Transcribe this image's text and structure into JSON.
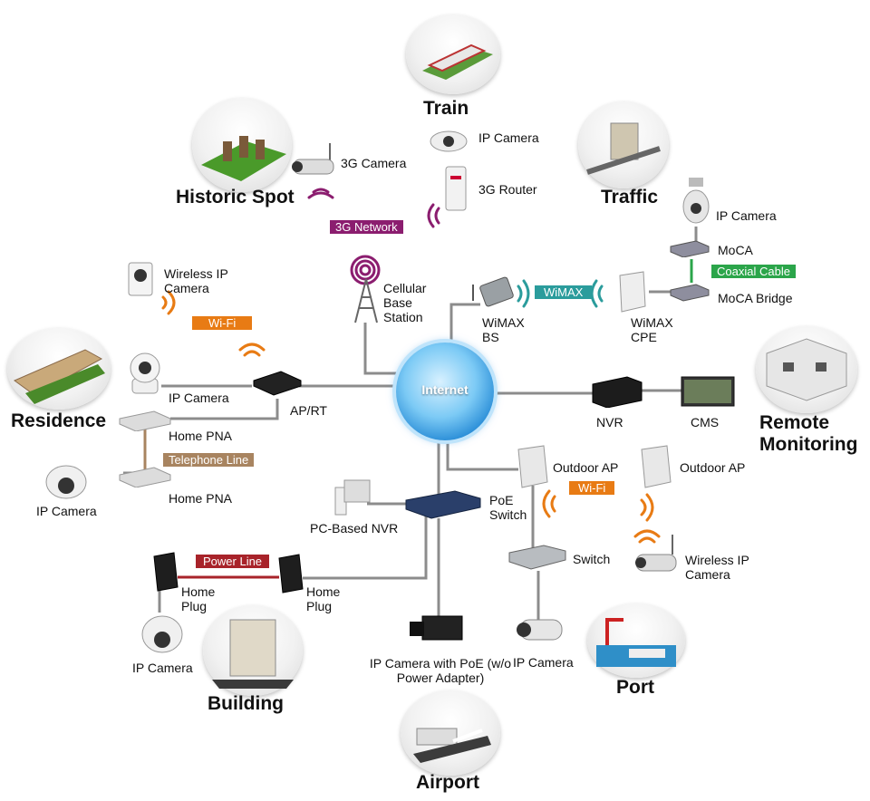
{
  "center": {
    "label": "Internet"
  },
  "scenes": {
    "train": "Train",
    "historic": "Historic  Spot",
    "traffic": "Traffic",
    "residence": "Residence",
    "remote": "Remote Monitoring",
    "building": "Building",
    "port": "Port",
    "airport": "Airport"
  },
  "devices": {
    "train_ipcam": "IP Camera",
    "router_3g": "3G Router",
    "camera_3g": "3G Camera",
    "traffic_ipcam": "IP Camera",
    "moca": "MoCA",
    "moca_bridge": "MoCA Bridge",
    "wireless_cam_1": "Wireless IP Camera",
    "cellular": "Cellular Base Station",
    "wimax_bs": "WiMAX BS",
    "wimax_cpe": "WiMAX CPE",
    "residence_ipcam": "IP Camera",
    "aprt": "AP/RT",
    "home_pna_1": "Home PNA",
    "home_pna_2": "Home PNA",
    "residence_dome": "IP Camera",
    "nvr": "NVR",
    "cms": "CMS",
    "outdoor_ap_1": "Outdoor AP",
    "outdoor_ap_2": "Outdoor AP",
    "pc_nvr": "PC-Based NVR",
    "poe_switch": "PoE Switch",
    "switch": "Switch",
    "wireless_cam_2": "Wireless IP Camera",
    "home_plug_1": "Home Plug",
    "home_plug_2": "Home Plug",
    "building_cam": "IP Camera",
    "poe_cam": "IP Camera with PoE (w/o Power Adapter)",
    "port_cam": "IP Camera"
  },
  "tags": {
    "net3g": "3G Network",
    "wifi1": "Wi-Fi",
    "wimax": "WiMAX",
    "coax": "Coaxial Cable",
    "tel": "Telephone Line",
    "wifi2": "Wi-Fi",
    "power": "Power Line"
  },
  "colors": {
    "wire": "#8c8c8c",
    "net3g": "#8b1d6f",
    "wifi": "#e87b14",
    "wimax": "#2b9c9c",
    "coax": "#2ba54a",
    "tel": "#a88460",
    "power": "#a8232a",
    "cloud": "#2c8fd8"
  }
}
